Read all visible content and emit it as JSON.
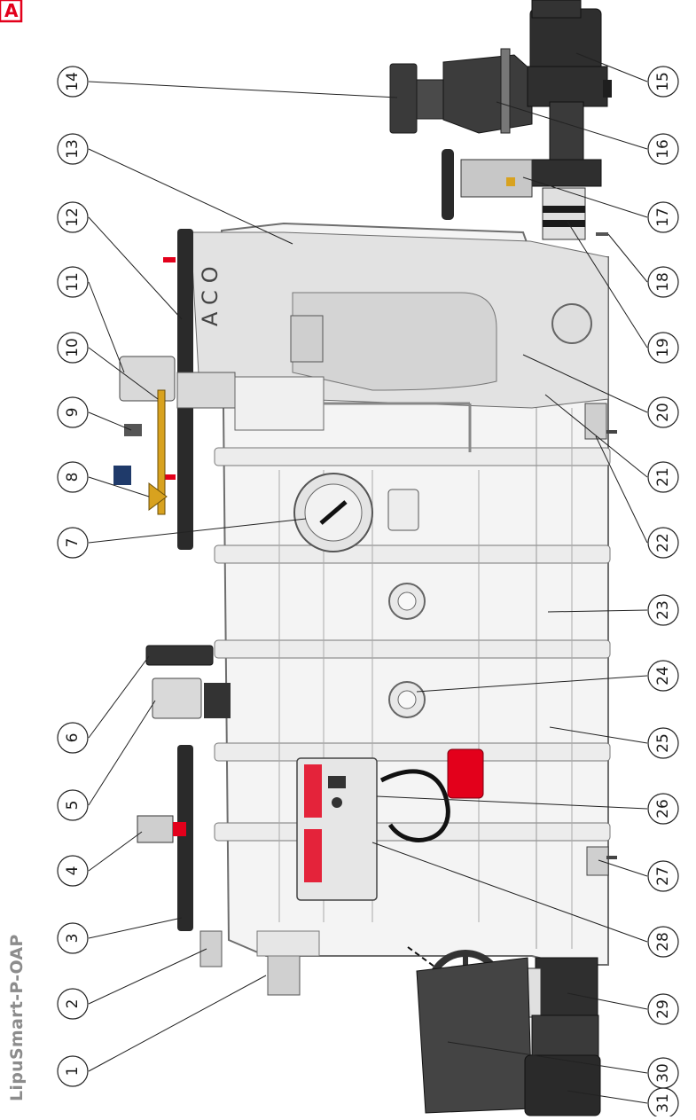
{
  "document": {
    "product_name": "LipuSmart-P-OAP",
    "corner_mark": "A"
  },
  "callouts": [
    {
      "n": "1"
    },
    {
      "n": "2"
    },
    {
      "n": "3"
    },
    {
      "n": "4"
    },
    {
      "n": "5"
    },
    {
      "n": "6"
    },
    {
      "n": "7"
    },
    {
      "n": "8"
    },
    {
      "n": "9"
    },
    {
      "n": "10"
    },
    {
      "n": "11"
    },
    {
      "n": "12"
    },
    {
      "n": "13"
    },
    {
      "n": "14"
    },
    {
      "n": "15"
    },
    {
      "n": "16"
    },
    {
      "n": "17"
    },
    {
      "n": "18"
    },
    {
      "n": "19"
    },
    {
      "n": "20"
    },
    {
      "n": "21"
    },
    {
      "n": "22"
    },
    {
      "n": "23"
    },
    {
      "n": "24"
    },
    {
      "n": "25"
    },
    {
      "n": "26"
    },
    {
      "n": "27"
    },
    {
      "n": "28"
    },
    {
      "n": "29"
    },
    {
      "n": "30"
    },
    {
      "n": "31"
    }
  ],
  "tank_logo": "ACO",
  "colors": {
    "accent_red": "#e3001b",
    "tank_fill": "#f4f4f4",
    "tank_stroke": "#6e6e6e",
    "dark_metal": "#3a3a3a",
    "brass": "#d8a21f",
    "cover_grey": "#d9d9d9"
  }
}
